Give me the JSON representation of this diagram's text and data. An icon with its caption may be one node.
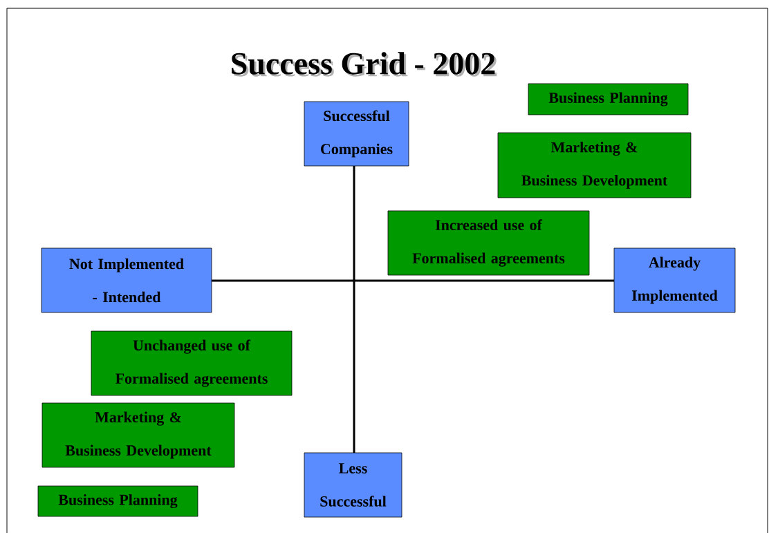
{
  "diagram": {
    "title": "Success Grid - 2002",
    "nodes": [
      {
        "text": [
          "Business Planning"
        ]
      },
      {
        "text": [
          "Successful Companies"
        ]
      },
      {
        "text": [
          "Marketing & Business Development"
        ]
      },
      {
        "text": [
          "Increased use of Formalised agreements"
        ]
      },
      {
        "text": [
          "Not Implemented - Intended"
        ]
      },
      {
        "text": [
          "Already Implemented"
        ]
      },
      {
        "text": [
          "Unchanged use of Formalised agreements"
        ]
      },
      {
        "text": [
          "Marketing & Business Development"
        ]
      },
      {
        "text": [
          "Less Successful"
        ]
      },
      {
        "text": [
          "Business Planning"
        ]
      }
    ],
    "edges": [
      {
        "from": 1,
        "to": 8,
        "arrow": "none"
      },
      {
        "from": 4,
        "to": 5,
        "arrow": "none"
      }
    ]
  }
}
